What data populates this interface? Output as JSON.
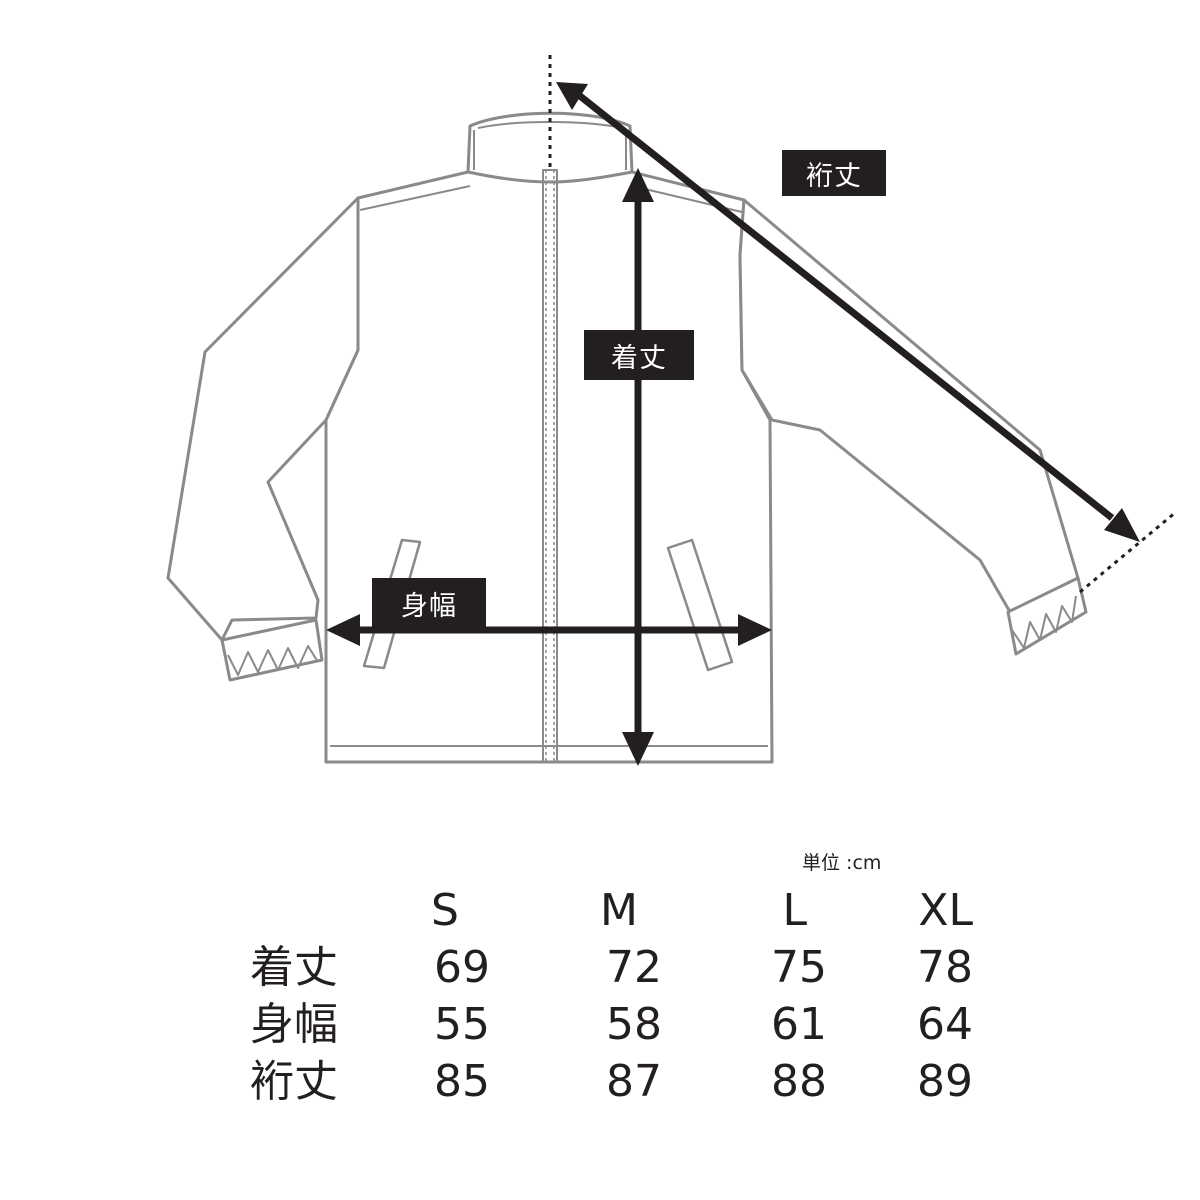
{
  "labels": {
    "sleeve_length": "裄丈",
    "body_length": "着丈",
    "body_width": "身幅"
  },
  "unit": "単位 :cm",
  "sizes": [
    "S",
    "M",
    "L",
    "XL"
  ],
  "rows": [
    {
      "label": "着丈",
      "values": [
        "69",
        "72",
        "75",
        "78"
      ]
    },
    {
      "label": "身幅",
      "values": [
        "55",
        "58",
        "61",
        "64"
      ]
    },
    {
      "label": "裄丈",
      "values": [
        "85",
        "87",
        "88",
        "89"
      ]
    }
  ],
  "colors": {
    "ink": "#231f20",
    "garment": "#8a8a8a",
    "background": "#ffffff"
  }
}
